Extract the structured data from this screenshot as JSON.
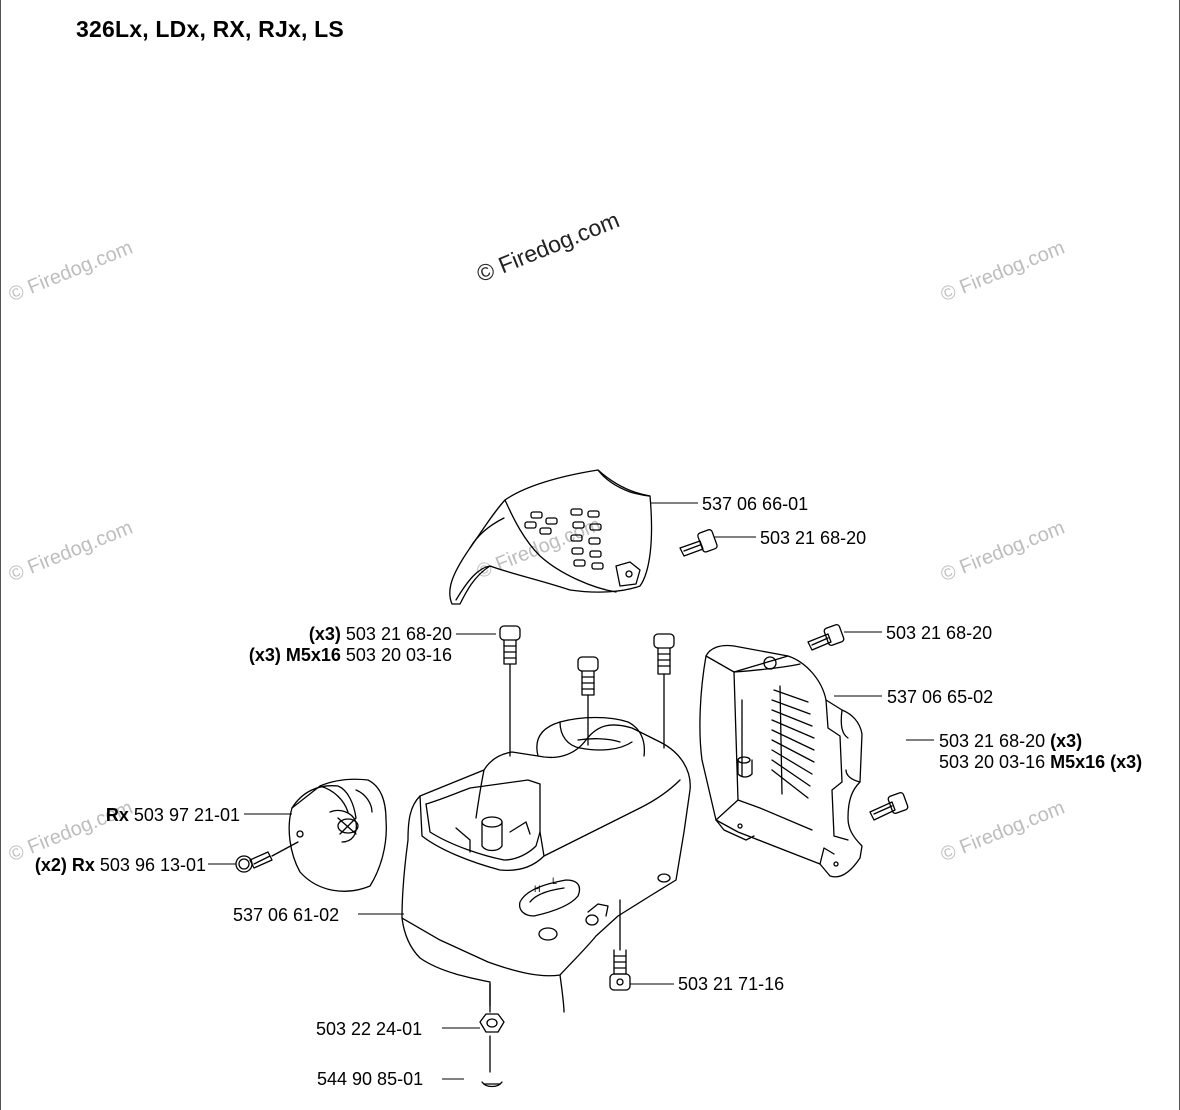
{
  "title": "326Lx, LDx, RX, RJx, LS",
  "watermark_main": "© Firedog.com",
  "watermark": "© Firedog.com",
  "parts": {
    "cover_top": "537 06 66-01",
    "screw_top": "503 21 68-20",
    "screw_x3_qty": "(x3)",
    "screw_x3": "503 21 68-20",
    "screw_m5_qty": "(x3) M5x16",
    "screw_m5": "503 20 03-16",
    "screw_right": "503 21 68-20",
    "cover_right": "537 06 65-02",
    "screw_right_x3": "503 21 68-20",
    "screw_right_x3_qty": "(x3)",
    "screw_right_m5": "503 20 03-16",
    "screw_right_m5_qty": "M5x16 (x3)",
    "rx_prefix": "Rx",
    "rx_part": "503 97 21-01",
    "rx2_prefix": "(x2) Rx",
    "rx2_part": "503 96 13-01",
    "housing": "537 06 61-02",
    "screw_bottom": "503 21 71-16",
    "nut": "503 22 24-01",
    "washer": "544 90 85-01"
  }
}
